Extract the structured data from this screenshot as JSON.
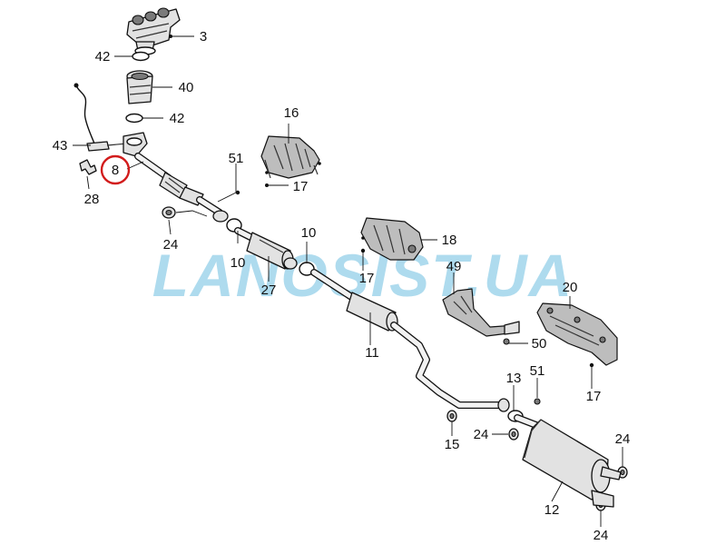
{
  "watermark": {
    "text": "LANOSIST.UA",
    "color": "#aedbee"
  },
  "highlight": {
    "part": "8",
    "color": "#d21c1c"
  },
  "callouts": [
    {
      "id": "c3",
      "text": "3"
    },
    {
      "id": "c42a",
      "text": "42"
    },
    {
      "id": "c40",
      "text": "40"
    },
    {
      "id": "c42b",
      "text": "42"
    },
    {
      "id": "c43",
      "text": "43"
    },
    {
      "id": "c8",
      "text": "8"
    },
    {
      "id": "c28",
      "text": "28"
    },
    {
      "id": "c16",
      "text": "16"
    },
    {
      "id": "c17a",
      "text": "17"
    },
    {
      "id": "c51a",
      "text": "51"
    },
    {
      "id": "c24a",
      "text": "24"
    },
    {
      "id": "c10a",
      "text": "10"
    },
    {
      "id": "c10b",
      "text": "10"
    },
    {
      "id": "c27",
      "text": "27"
    },
    {
      "id": "c18",
      "text": "18"
    },
    {
      "id": "c17b",
      "text": "17"
    },
    {
      "id": "c49",
      "text": "49"
    },
    {
      "id": "c20",
      "text": "20"
    },
    {
      "id": "c11",
      "text": "11"
    },
    {
      "id": "c50",
      "text": "50"
    },
    {
      "id": "c17c",
      "text": "17"
    },
    {
      "id": "c13",
      "text": "13"
    },
    {
      "id": "c51b",
      "text": "51"
    },
    {
      "id": "c24b",
      "text": "24"
    },
    {
      "id": "c15",
      "text": "15"
    },
    {
      "id": "c24c",
      "text": "24"
    },
    {
      "id": "c12",
      "text": "12"
    },
    {
      "id": "c24d",
      "text": "24"
    }
  ]
}
